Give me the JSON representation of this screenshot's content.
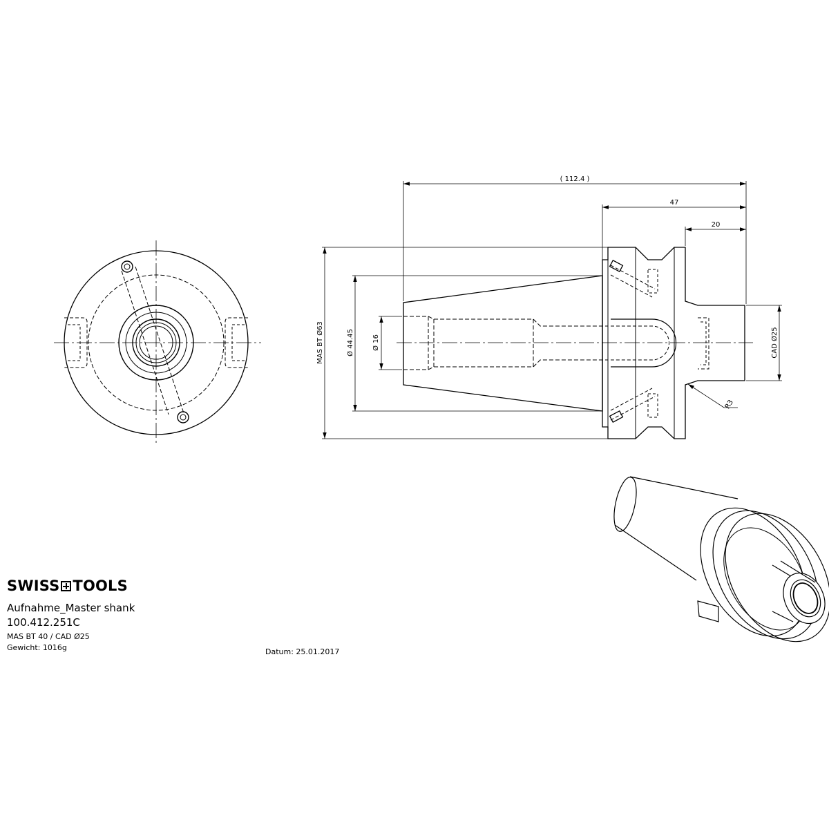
{
  "brand": {
    "left": "SWISS",
    "right": "TOOLS",
    "icon": "swiss-cross-icon"
  },
  "title_block": {
    "title": "Aufnahme_Master shank",
    "article_number": "100.412.251C",
    "specification": "MAS BT 40 / CAD Ø25",
    "weight": "Gewicht: 1016g",
    "date": "Datum: 25.01.2017"
  },
  "dimensions": {
    "overall_length": "( 112.4 )",
    "flange_to_end": "47",
    "shank_length": "20",
    "flange_diameter": "MAS BT Ø63",
    "taper_diameter": "Ø 44.45",
    "bore_diameter": "Ø 16",
    "shank_diameter": "CAD Ø25",
    "radius": "R3"
  }
}
